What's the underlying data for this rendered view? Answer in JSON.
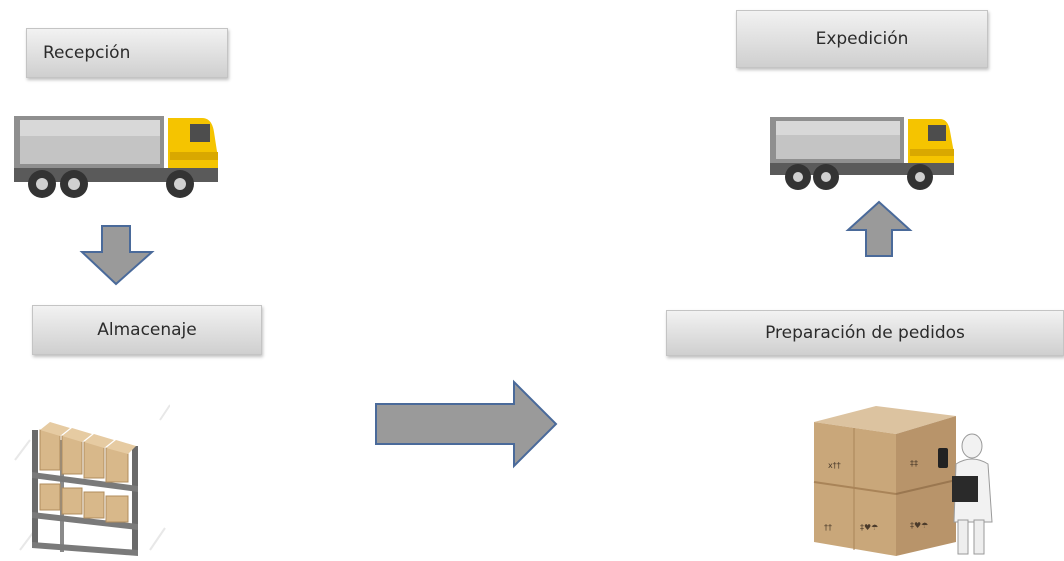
{
  "nodes": {
    "recepcion": "Recepción",
    "expedicion": "Expedición",
    "almacenaje": "Almacenaje",
    "preparacion": "Preparación de pedidos"
  },
  "colors": {
    "truck_cab": "#f5c400",
    "truck_body": "#a9a9a9",
    "arrow_fill": "#9a9a9a",
    "arrow_stroke": "#4a6a9a",
    "box_cardboard": "#c9a77a"
  }
}
